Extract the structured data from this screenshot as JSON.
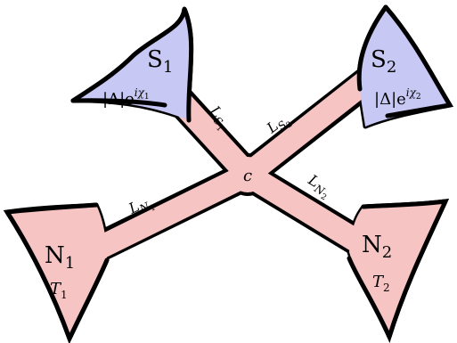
{
  "diagram": {
    "colors": {
      "superconductor_fill": "#c8c8f4",
      "normal_fill": "#f7c4c4",
      "outline": "#000000"
    },
    "center_node": {
      "label": "c"
    },
    "terminals": [
      {
        "id": "S1",
        "kind": "superconductor",
        "name": "S",
        "index": "1",
        "phase_text": "|Δ|e",
        "phase_exp": "iχ",
        "phase_exp_sub": "1"
      },
      {
        "id": "S2",
        "kind": "superconductor",
        "name": "S",
        "index": "2",
        "phase_text": "|Δ|e",
        "phase_exp": "iχ",
        "phase_exp_sub": "2"
      },
      {
        "id": "N1",
        "kind": "normal",
        "name": "N",
        "index": "1",
        "temp": "T",
        "temp_sub": "1"
      },
      {
        "id": "N2",
        "kind": "normal",
        "name": "N",
        "index": "2",
        "temp": "T",
        "temp_sub": "2"
      }
    ],
    "wires": [
      {
        "id": "LS1",
        "base": "L",
        "sub": "S",
        "subsub": "1"
      },
      {
        "id": "LS2",
        "base": "L",
        "sub": "S",
        "subsub": "2"
      },
      {
        "id": "LN1",
        "base": "L",
        "sub": "N",
        "subsub": "1"
      },
      {
        "id": "LN2",
        "base": "L",
        "sub": "N",
        "subsub": "2"
      }
    ]
  }
}
